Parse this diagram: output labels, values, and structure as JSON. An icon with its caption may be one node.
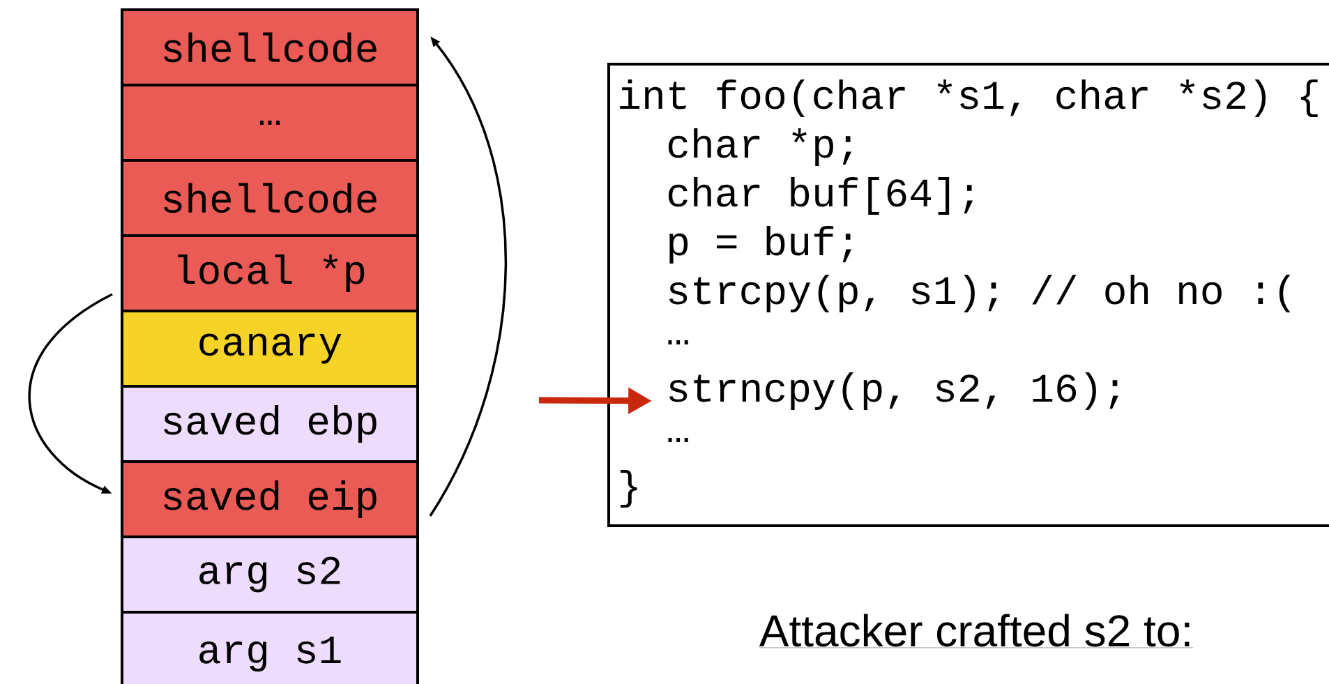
{
  "diagram": {
    "nodes": [
      {
        "text": [
          "shellcode"
        ]
      },
      {
        "text": [
          "…"
        ]
      },
      {
        "text": [
          "shellcode"
        ]
      },
      {
        "text": [
          "local *p"
        ]
      },
      {
        "text": [
          "canary"
        ]
      },
      {
        "text": [
          "saved ebp"
        ]
      },
      {
        "text": [
          "saved eip"
        ]
      },
      {
        "text": [
          "arg s2"
        ]
      },
      {
        "text": [
          "arg s1"
        ]
      },
      {
        "text": [
          "int foo(char *s1, char *s2) {",
          "char *p;",
          "char buf[64];",
          "p = buf;",
          "strcpy(p, s1); // oh no :(",
          "…",
          "strncpy(p, s2, 16);",
          "…",
          "}"
        ]
      }
    ],
    "edges": [
      {
        "from": 3,
        "to": 6,
        "arrow": "to"
      },
      {
        "from": 6,
        "to": 0,
        "arrow": "to"
      },
      {
        "from": null,
        "to": 9,
        "arrow": "to",
        "style": "thick",
        "color": "#c9280c"
      }
    ],
    "labels": [
      "Attacker crafted s2 to:"
    ]
  }
}
